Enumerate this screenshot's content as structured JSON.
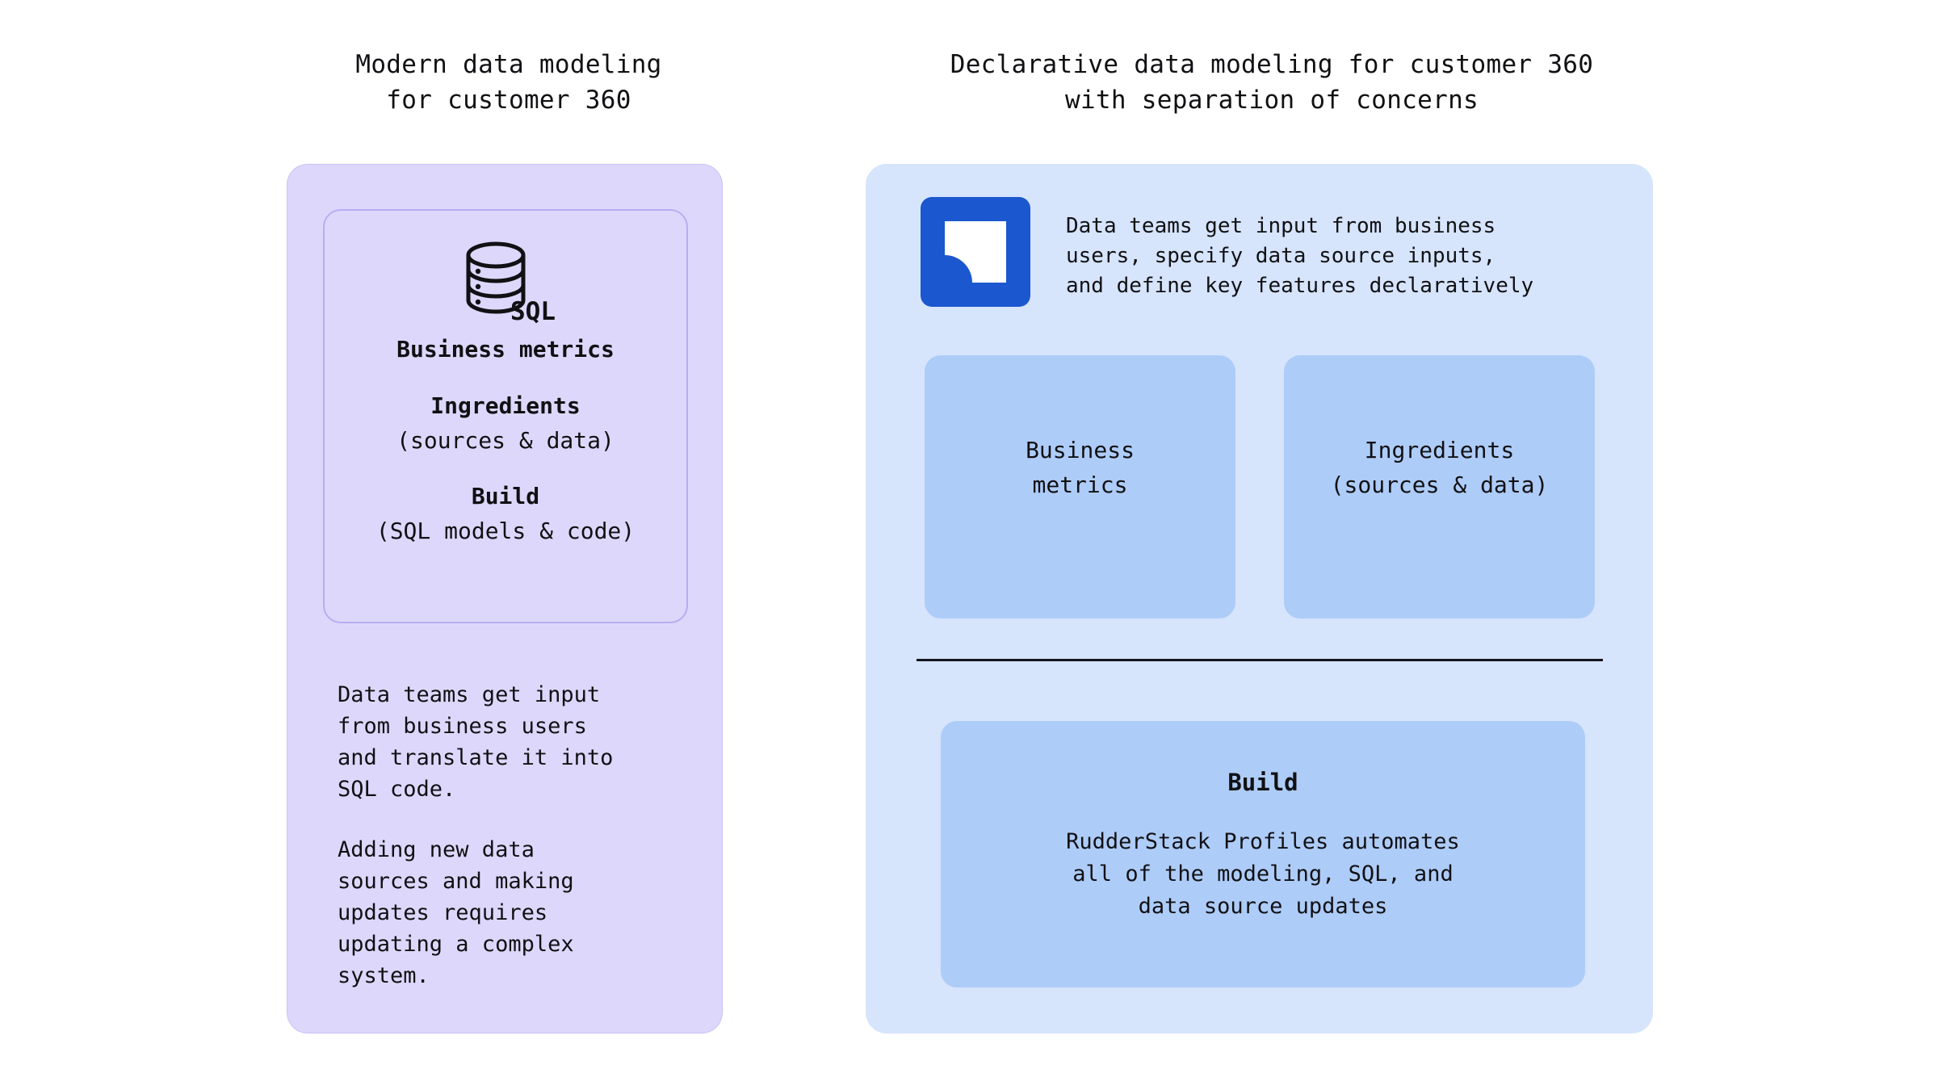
{
  "page": {
    "background": "#ffffff"
  },
  "left_column": {
    "title": "Modern data modeling\nfor customer 360",
    "card": {
      "background": "#ddd8fb",
      "border_color": "#c9c1f7",
      "inner_card": {
        "icon": "sql-database-icon",
        "icon_label": "SQL",
        "blocks": [
          {
            "heading": "Business metrics",
            "sub": ""
          },
          {
            "heading": "Ingredients",
            "sub": "(sources & data)"
          },
          {
            "heading": "Build",
            "sub": "(SQL models & code)"
          }
        ]
      },
      "paragraphs": [
        "Data teams get input\nfrom business users\nand translate it into\nSQL code.",
        "Adding new data\nsources and making\nupdates requires\nupdating a complex\nsystem."
      ]
    }
  },
  "right_column": {
    "title": "Declarative data modeling for customer 360\nwith separation of concerns",
    "card": {
      "background": "#d6e4fc",
      "header": {
        "logo": "rudderstack-logo-icon",
        "logo_color": "#1b57ce",
        "text": "Data teams get input from business\nusers, specify data source inputs,\nand define key features declaratively"
      },
      "boxes": [
        {
          "name": "business-metrics",
          "text": "Business\nmetrics",
          "background": "#aeccf8"
        },
        {
          "name": "ingredients",
          "text": "Ingredients\n(sources & data)",
          "background": "#aeccf8"
        }
      ],
      "divider_color": "#15151c",
      "build_box": {
        "heading": "Build",
        "body": "RudderStack Profiles automates\nall of the modeling, SQL, and\ndata source updates",
        "background": "#aeccf8"
      }
    }
  }
}
